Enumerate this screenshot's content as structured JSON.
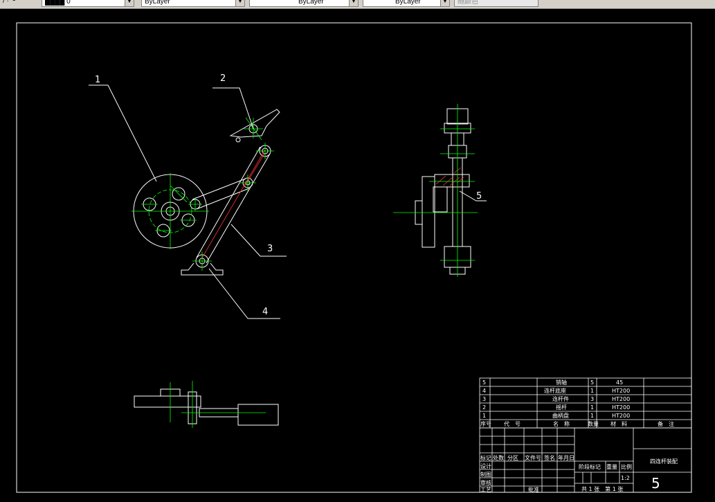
{
  "toolbar": {
    "left_partial": "/ · ╰",
    "layer_box": "████ 0",
    "color_box": "ByLayer",
    "linetype_box": "ByLayer",
    "lineweight_box": "ByLayer",
    "plotstyle_box": "随颜色"
  },
  "drawing": {
    "balloons": [
      "1",
      "2",
      "3",
      "4",
      "5"
    ]
  },
  "bom": {
    "rows": [
      {
        "no": "5",
        "name": "销轴",
        "qty": "5",
        "material": "45"
      },
      {
        "no": "4",
        "name": "连杆底座",
        "qty": "1",
        "material": "HT200"
      },
      {
        "no": "3",
        "name": "连杆件",
        "qty": "3",
        "material": "HT200"
      },
      {
        "no": "2",
        "name": "摇杆",
        "qty": "1",
        "material": "HT200"
      },
      {
        "no": "1",
        "name": "曲柄盘",
        "qty": "1",
        "material": "HT200"
      }
    ],
    "header": {
      "no": "序号",
      "code": "代　号",
      "name": "名　称",
      "qty": "数量",
      "material": "材　料",
      "remark": "备　注"
    }
  },
  "title_block": {
    "rev_headers": [
      "标记",
      "处数",
      "分区",
      "文件号",
      "签名",
      "年月日"
    ],
    "roles": [
      "设计",
      "制图",
      "审核",
      "工艺"
    ],
    "approve": "批准",
    "stage_label": "阶段标记",
    "weight_label": "重量",
    "scale_label": "比例",
    "scale_value": "1:2",
    "sheet_info": "共 1 张　第 1 张",
    "drawing_name": "四连杆装配",
    "drawing_number": "5"
  }
}
